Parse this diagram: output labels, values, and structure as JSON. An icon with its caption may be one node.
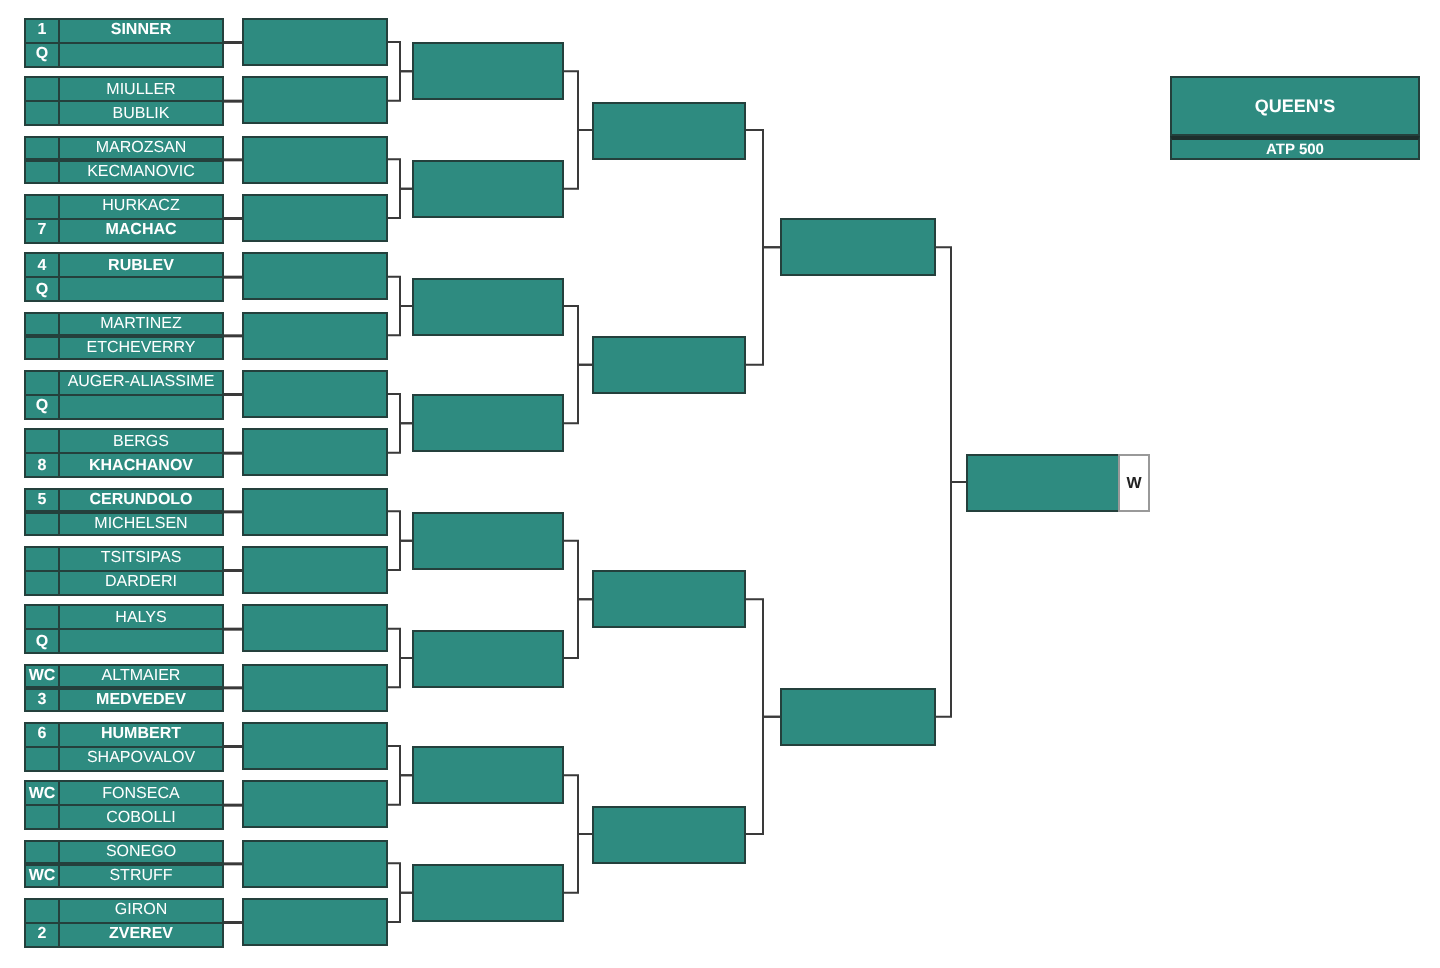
{
  "diagram": {
    "nodes": [
      {
        "text": [
          "1"
        ]
      },
      {
        "text": [
          "SINNER"
        ]
      },
      {
        "text": [
          "Q"
        ]
      },
      {
        "text": [],
        "shape": "box"
      },
      {
        "text": [],
        "shape": "box"
      },
      {
        "text": [
          "MIULLER"
        ]
      },
      {
        "text": [],
        "shape": "box"
      },
      {
        "text": [
          "BUBLIK"
        ]
      },
      {
        "text": [],
        "shape": "box"
      },
      {
        "text": [
          "MAROZSAN"
        ]
      },
      {
        "text": [],
        "shape": "box"
      },
      {
        "text": [
          "KECMANOVIC"
        ]
      },
      {
        "text": [],
        "shape": "box"
      },
      {
        "text": [
          "HURKACZ"
        ]
      },
      {
        "text": [
          "7"
        ]
      },
      {
        "text": [
          "MACHAC"
        ]
      },
      {
        "text": [
          "4"
        ]
      },
      {
        "text": [
          "RUBLEV"
        ]
      },
      {
        "text": [
          "Q"
        ]
      },
      {
        "text": [],
        "shape": "box"
      },
      {
        "text": [],
        "shape": "box"
      },
      {
        "text": [
          "MARTINEZ"
        ]
      },
      {
        "text": [],
        "shape": "box"
      },
      {
        "text": [
          "ETCHEVERRY"
        ]
      },
      {
        "text": [],
        "shape": "box"
      },
      {
        "text": [
          "AUGER-ALIASSIME"
        ]
      },
      {
        "text": [
          "Q"
        ]
      },
      {
        "text": [],
        "shape": "box"
      },
      {
        "text": [],
        "shape": "box"
      },
      {
        "text": [
          "BERGS"
        ]
      },
      {
        "text": [
          "8"
        ]
      },
      {
        "text": [
          "KHACHANOV"
        ]
      },
      {
        "text": [
          "5"
        ]
      },
      {
        "text": [
          "CERUNDOLO"
        ]
      },
      {
        "text": [],
        "shape": "box"
      },
      {
        "text": [
          "MICHELSEN"
        ]
      },
      {
        "text": [],
        "shape": "box"
      },
      {
        "text": [
          "TSITSIPAS"
        ]
      },
      {
        "text": [],
        "shape": "box"
      },
      {
        "text": [
          "DARDERI"
        ]
      },
      {
        "text": [],
        "shape": "box"
      },
      {
        "text": [
          "HALYS"
        ]
      },
      {
        "text": [
          "Q"
        ]
      },
      {
        "text": [],
        "shape": "box"
      },
      {
        "text": [
          "WC"
        ]
      },
      {
        "text": [
          "ALTMAIER"
        ]
      },
      {
        "text": [
          "3"
        ]
      },
      {
        "text": [
          "MEDVEDEV"
        ]
      },
      {
        "text": [
          "6"
        ]
      },
      {
        "text": [
          "HUMBERT"
        ]
      },
      {
        "text": [],
        "shape": "box"
      },
      {
        "text": [
          "SHAPOVALOV"
        ]
      },
      {
        "text": [
          "WC"
        ]
      },
      {
        "text": [
          "FONSECA"
        ]
      },
      {
        "text": [],
        "shape": "box"
      },
      {
        "text": [
          "COBOLLI"
        ]
      },
      {
        "text": [],
        "shape": "box"
      },
      {
        "text": [
          "SONEGO"
        ]
      },
      {
        "text": [
          "WC"
        ]
      },
      {
        "text": [
          "STRUFF"
        ]
      },
      {
        "text": [],
        "shape": "box"
      },
      {
        "text": [
          "GIRON"
        ]
      },
      {
        "text": [
          "2"
        ]
      },
      {
        "text": [
          "ZVEREV"
        ]
      },
      {
        "text": [],
        "shape": "box"
      },
      {
        "text": [],
        "shape": "box"
      },
      {
        "text": [],
        "shape": "box"
      },
      {
        "text": [],
        "shape": "box"
      },
      {
        "text": [],
        "shape": "box"
      },
      {
        "text": [],
        "shape": "box"
      },
      {
        "text": [],
        "shape": "box"
      },
      {
        "text": [],
        "shape": "box"
      },
      {
        "text": [],
        "shape": "box"
      },
      {
        "text": [],
        "shape": "box"
      },
      {
        "text": [],
        "shape": "box"
      },
      {
        "text": [],
        "shape": "box"
      },
      {
        "text": [],
        "shape": "box"
      },
      {
        "text": [],
        "shape": "box"
      },
      {
        "text": [],
        "shape": "box"
      },
      {
        "text": [],
        "shape": "box"
      },
      {
        "text": [],
        "shape": "box"
      },
      {
        "text": [],
        "shape": "box"
      },
      {
        "text": [],
        "shape": "box"
      },
      {
        "text": [],
        "shape": "box"
      },
      {
        "text": [],
        "shape": "box"
      },
      {
        "text": [],
        "shape": "box"
      },
      {
        "text": [],
        "shape": "box"
      },
      {
        "text": [],
        "shape": "box"
      },
      {
        "text": [],
        "shape": "box"
      },
      {
        "text": [],
        "shape": "box"
      },
      {
        "text": [],
        "shape": "box"
      },
      {
        "text": [],
        "shape": "box"
      },
      {
        "text": [],
        "shape": "box"
      },
      {
        "text": [],
        "shape": "box"
      },
      {
        "text": [],
        "shape": "box",
        "beside": [
          "W"
        ]
      },
      {
        "text": [
          "QUEEN'S",
          "ATP 500"
        ]
      }
    ],
    "edges": [
      {
        "from": 1,
        "to": 64,
        "arrow": "none"
      },
      {
        "from": 3,
        "to": 64,
        "arrow": "none"
      },
      {
        "from": 5,
        "to": 65,
        "arrow": "none"
      },
      {
        "from": 7,
        "to": 65,
        "arrow": "none"
      },
      {
        "from": 9,
        "to": 66,
        "arrow": "none"
      },
      {
        "from": 11,
        "to": 66,
        "arrow": "none"
      },
      {
        "from": 13,
        "to": 67,
        "arrow": "none"
      },
      {
        "from": 15,
        "to": 67,
        "arrow": "none"
      },
      {
        "from": 17,
        "to": 68,
        "arrow": "none"
      },
      {
        "from": 19,
        "to": 68,
        "arrow": "none"
      },
      {
        "from": 21,
        "to": 69,
        "arrow": "none"
      },
      {
        "from": 23,
        "to": 69,
        "arrow": "none"
      },
      {
        "from": 25,
        "to": 70,
        "arrow": "none"
      },
      {
        "from": 27,
        "to": 70,
        "arrow": "none"
      },
      {
        "from": 29,
        "to": 71,
        "arrow": "none"
      },
      {
        "from": 31,
        "to": 71,
        "arrow": "none"
      },
      {
        "from": 33,
        "to": 72,
        "arrow": "none"
      },
      {
        "from": 35,
        "to": 72,
        "arrow": "none"
      },
      {
        "from": 37,
        "to": 73,
        "arrow": "none"
      },
      {
        "from": 39,
        "to": 73,
        "arrow": "none"
      },
      {
        "from": 41,
        "to": 74,
        "arrow": "none"
      },
      {
        "from": 43,
        "to": 74,
        "arrow": "none"
      },
      {
        "from": 45,
        "to": 75,
        "arrow": "none"
      },
      {
        "from": 47,
        "to": 75,
        "arrow": "none"
      },
      {
        "from": 49,
        "to": 76,
        "arrow": "none"
      },
      {
        "from": 51,
        "to": 76,
        "arrow": "none"
      },
      {
        "from": 53,
        "to": 77,
        "arrow": "none"
      },
      {
        "from": 55,
        "to": 77,
        "arrow": "none"
      },
      {
        "from": 57,
        "to": 78,
        "arrow": "none"
      },
      {
        "from": 59,
        "to": 78,
        "arrow": "none"
      },
      {
        "from": 61,
        "to": 79,
        "arrow": "none"
      },
      {
        "from": 63,
        "to": 79,
        "arrow": "none"
      },
      {
        "from": 64,
        "to": 80,
        "arrow": "none"
      },
      {
        "from": 65,
        "to": 80,
        "arrow": "none"
      },
      {
        "from": 66,
        "to": 81,
        "arrow": "none"
      },
      {
        "from": 67,
        "to": 81,
        "arrow": "none"
      },
      {
        "from": 68,
        "to": 82,
        "arrow": "none"
      },
      {
        "from": 69,
        "to": 82,
        "arrow": "none"
      },
      {
        "from": 70,
        "to": 83,
        "arrow": "none"
      },
      {
        "from": 71,
        "to": 83,
        "arrow": "none"
      },
      {
        "from": 72,
        "to": 84,
        "arrow": "none"
      },
      {
        "from": 73,
        "to": 84,
        "arrow": "none"
      },
      {
        "from": 74,
        "to": 85,
        "arrow": "none"
      },
      {
        "from": 75,
        "to": 85,
        "arrow": "none"
      },
      {
        "from": 76,
        "to": 86,
        "arrow": "none"
      },
      {
        "from": 77,
        "to": 86,
        "arrow": "none"
      },
      {
        "from": 78,
        "to": 87,
        "arrow": "none"
      },
      {
        "from": 79,
        "to": 87,
        "arrow": "none"
      },
      {
        "from": 80,
        "to": 88,
        "arrow": "none"
      },
      {
        "from": 81,
        "to": 88,
        "arrow": "none"
      },
      {
        "from": 82,
        "to": 89,
        "arrow": "none"
      },
      {
        "from": 83,
        "to": 89,
        "arrow": "none"
      },
      {
        "from": 84,
        "to": 90,
        "arrow": "none"
      },
      {
        "from": 85,
        "to": 90,
        "arrow": "none"
      },
      {
        "from": 86,
        "to": 91,
        "arrow": "none"
      },
      {
        "from": 87,
        "to": 91,
        "arrow": "none"
      },
      {
        "from": 88,
        "to": 92,
        "arrow": "none"
      },
      {
        "from": 89,
        "to": 92,
        "arrow": "none"
      },
      {
        "from": 90,
        "to": 93,
        "arrow": "none"
      },
      {
        "from": 91,
        "to": 93,
        "arrow": "none"
      },
      {
        "from": 92,
        "to": 94,
        "arrow": "none"
      },
      {
        "from": 93,
        "to": 94,
        "arrow": "none"
      }
    ]
  }
}
